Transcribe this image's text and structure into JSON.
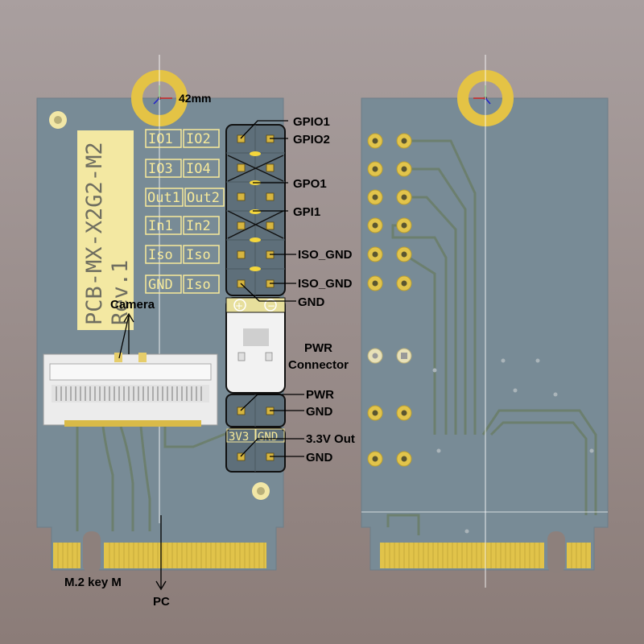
{
  "dimension_label": "42mm",
  "board_name": "PCB-MX-X2G2-M2",
  "board_rev": "Rev.1",
  "silkscreen": {
    "row1": [
      "IO1",
      "IO2"
    ],
    "row2": [
      "IO3",
      "IO4"
    ],
    "row3": [
      "Out1",
      "Out2"
    ],
    "row4": [
      "In1",
      "In2"
    ],
    "row5": [
      "Iso",
      "Iso"
    ],
    "row6": [
      "GND",
      "Iso"
    ],
    "power_labels": [
      "3V3",
      "GND"
    ]
  },
  "callouts": {
    "gpio1": "GPIO1",
    "gpio2": "GPIO2",
    "gpo1": "GPO1",
    "gpi1": "GPI1",
    "iso_gnd_1": "ISO_GND",
    "iso_gnd_2": "ISO_GND",
    "gnd_top": "GND",
    "pwr_connector_line1": "PWR",
    "pwr_connector_line2": "Connector",
    "pwr": "PWR",
    "gnd_mid": "GND",
    "out_3v3": "3.3V Out",
    "gnd_bottom": "GND",
    "camera": "Camera",
    "m2_key": "M.2 key M",
    "pc": "PC"
  },
  "colors": {
    "background_top": "#a79d9d",
    "background_bottom": "#8a7b77",
    "pcb": "#778a95",
    "pad_gold": "#e0c24a",
    "silk": "#f7ea9a",
    "callout_box": "#000000"
  }
}
